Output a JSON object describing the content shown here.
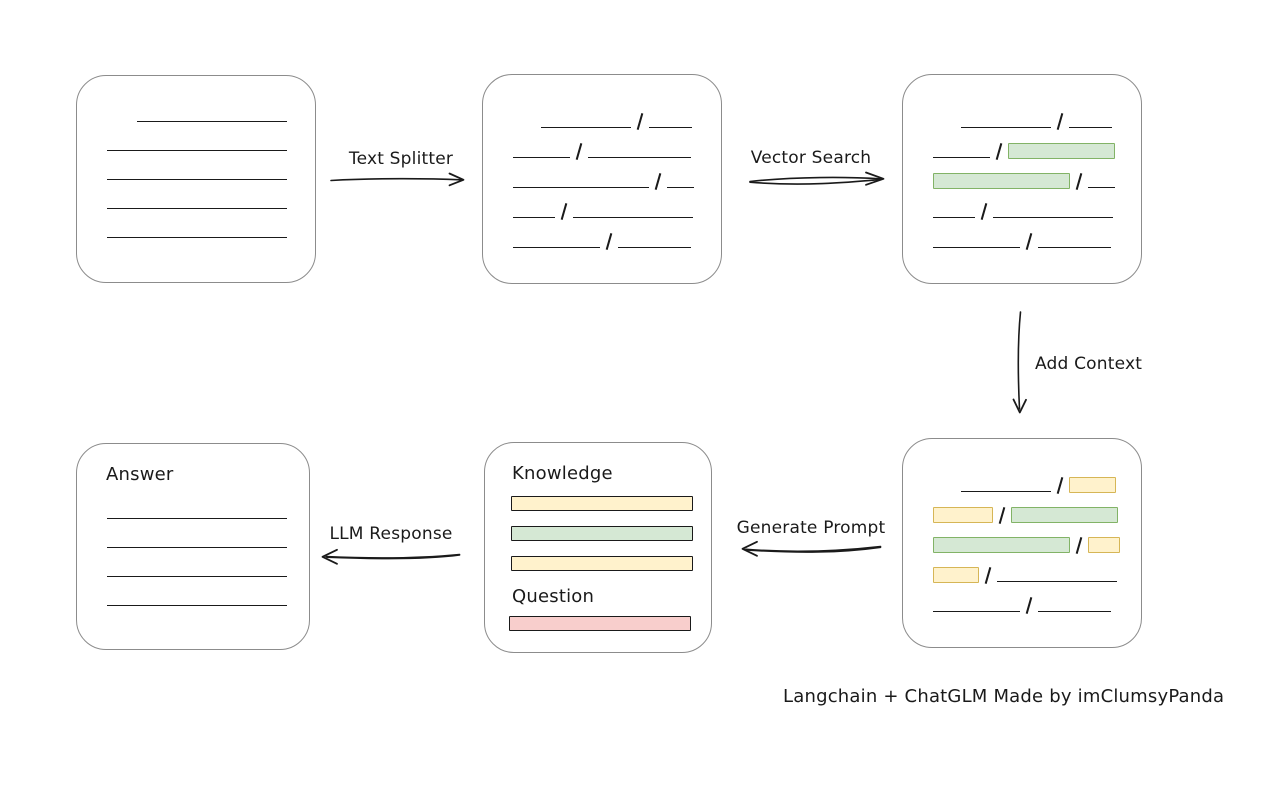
{
  "palette": {
    "background": "#ffffff",
    "box_border": "#8c8c8c",
    "line_color": "#1a1a1a",
    "yellow_fill": "#fff2cc",
    "yellow_border": "#d6b656",
    "green_fill": "#d5e8d4",
    "green_border": "#82b366",
    "red_fill": "#f8cecc",
    "red_border": "#b85450"
  },
  "caption": "Langchain + ChatGLM Made by imClumsyPanda",
  "arrows": [
    {
      "id": "text-splitter",
      "label": "Text Splitter",
      "from": "document",
      "to": "split-text",
      "direction": "right"
    },
    {
      "id": "vector-search",
      "label": "Vector Search",
      "from": "split-text",
      "to": "vector-matched",
      "direction": "right"
    },
    {
      "id": "add-context",
      "label": "Add Context",
      "from": "vector-matched",
      "to": "context-added",
      "direction": "down"
    },
    {
      "id": "generate-prompt",
      "label": "Generate Prompt",
      "from": "context-added",
      "to": "prompt",
      "direction": "left"
    },
    {
      "id": "llm-response",
      "label": "LLM Response",
      "from": "prompt",
      "to": "answer",
      "direction": "left"
    }
  ],
  "nodes": {
    "prompt": {
      "knowledge_label": "Knowledge",
      "question_label": "Question"
    },
    "answer": {
      "label": "Answer"
    }
  },
  "prompt_box": {
    "knowledge_bars": [
      "yellow",
      "green",
      "yellow"
    ],
    "question_bars": [
      "red"
    ]
  },
  "boxes": {
    "document": {
      "rows": [
        [
          {
            "t": "gap",
            "w": 30
          },
          {
            "t": "line",
            "w": 150
          }
        ],
        [
          {
            "t": "line",
            "w": 180
          }
        ],
        [
          {
            "t": "line",
            "w": 180
          }
        ],
        [
          {
            "t": "line",
            "w": 180
          }
        ],
        [
          {
            "t": "line",
            "w": 180
          }
        ]
      ]
    },
    "split_text": {
      "rows": [
        [
          {
            "t": "gap",
            "w": 28
          },
          {
            "t": "line",
            "w": 90
          },
          {
            "t": "slash"
          },
          {
            "t": "line",
            "w": 43
          }
        ],
        [
          {
            "t": "line",
            "w": 57
          },
          {
            "t": "slash"
          },
          {
            "t": "line",
            "w": 103
          }
        ],
        [
          {
            "t": "line",
            "w": 136
          },
          {
            "t": "slash"
          },
          {
            "t": "line",
            "w": 27
          }
        ],
        [
          {
            "t": "line",
            "w": 42
          },
          {
            "t": "slash"
          },
          {
            "t": "line",
            "w": 120
          }
        ],
        [
          {
            "t": "line",
            "w": 87
          },
          {
            "t": "slash"
          },
          {
            "t": "line",
            "w": 73
          }
        ]
      ]
    },
    "vector_matched": {
      "rows": [
        [
          {
            "t": "gap",
            "w": 28
          },
          {
            "t": "line",
            "w": 90
          },
          {
            "t": "slash"
          },
          {
            "t": "line",
            "w": 43
          }
        ],
        [
          {
            "t": "line",
            "w": 57
          },
          {
            "t": "slash"
          },
          {
            "t": "chip",
            "c": "green",
            "w": 107
          }
        ],
        [
          {
            "t": "chip",
            "c": "green",
            "w": 137
          },
          {
            "t": "slash"
          },
          {
            "t": "line",
            "w": 27
          }
        ],
        [
          {
            "t": "line",
            "w": 42
          },
          {
            "t": "slash"
          },
          {
            "t": "line",
            "w": 120
          }
        ],
        [
          {
            "t": "line",
            "w": 87
          },
          {
            "t": "slash"
          },
          {
            "t": "line",
            "w": 73
          }
        ]
      ]
    },
    "context_added": {
      "rows": [
        [
          {
            "t": "gap",
            "w": 28
          },
          {
            "t": "line",
            "w": 90
          },
          {
            "t": "slash"
          },
          {
            "t": "chip",
            "c": "yellow",
            "w": 47
          }
        ],
        [
          {
            "t": "chip",
            "c": "yellow",
            "w": 60
          },
          {
            "t": "slash"
          },
          {
            "t": "chip",
            "c": "green",
            "w": 107
          }
        ],
        [
          {
            "t": "chip",
            "c": "green",
            "w": 137
          },
          {
            "t": "slash"
          },
          {
            "t": "chip",
            "c": "yellow",
            "w": 32
          }
        ],
        [
          {
            "t": "chip",
            "c": "yellow",
            "w": 46
          },
          {
            "t": "slash"
          },
          {
            "t": "line",
            "w": 120
          }
        ],
        [
          {
            "t": "line",
            "w": 87
          },
          {
            "t": "slash"
          },
          {
            "t": "line",
            "w": 73
          }
        ]
      ]
    },
    "answer": {
      "rows": [
        [
          {
            "t": "line",
            "w": 180
          }
        ],
        [
          {
            "t": "line",
            "w": 180
          }
        ],
        [
          {
            "t": "line",
            "w": 180
          }
        ],
        [
          {
            "t": "line",
            "w": 180
          }
        ]
      ]
    }
  }
}
